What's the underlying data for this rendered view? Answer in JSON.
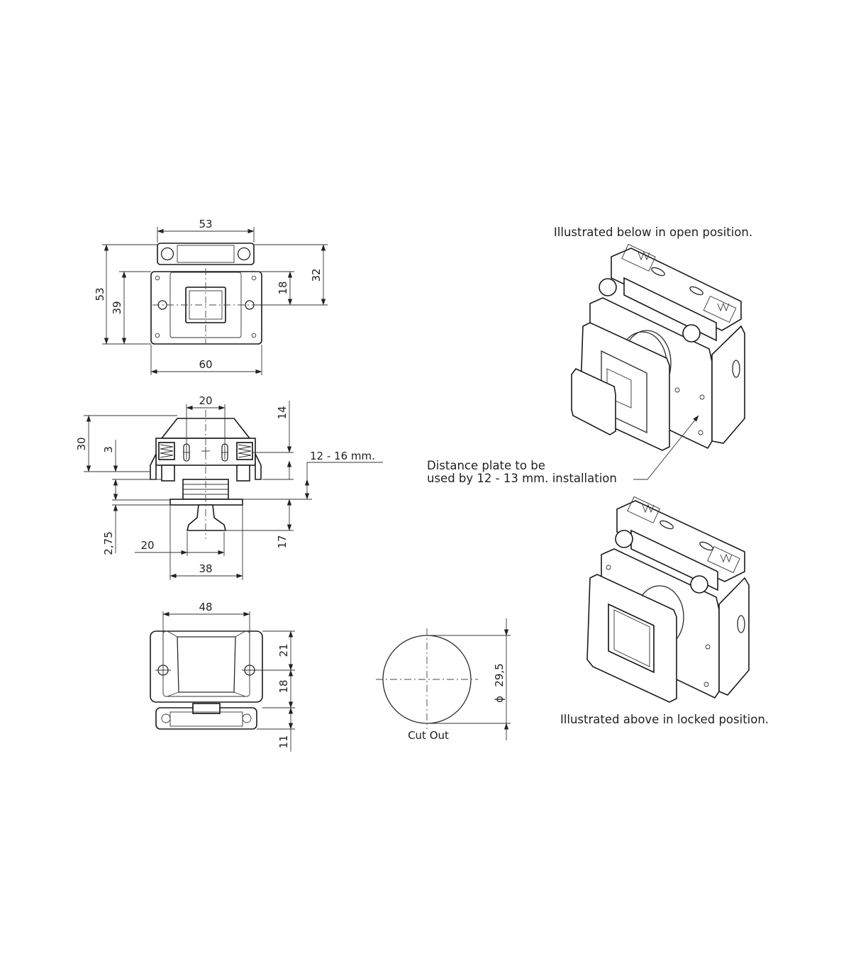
{
  "colors": {
    "line": "#1a1a1a",
    "background": "#ffffff",
    "text": "#222222"
  },
  "top_view": {
    "dim_top_width": "53",
    "dim_overall_height": "53",
    "dim_plate_height": "39",
    "dim_plate_width": "60",
    "dim_right_18": "18",
    "dim_right_32": "32"
  },
  "side_view": {
    "dim_20_top": "20",
    "dim_30": "30",
    "dim_3": "3",
    "dim_14": "14",
    "dim_range": "12 - 16 mm.",
    "dim_2_75": "2,75",
    "dim_20_bottom": "20",
    "dim_17": "17",
    "dim_38": "38"
  },
  "front_view": {
    "dim_48": "48",
    "dim_21": "21",
    "dim_18": "18",
    "dim_11": "11"
  },
  "cutout": {
    "diameter": "29,5",
    "diameter_symbol": "ϕ",
    "label": "Cut Out"
  },
  "notes": {
    "open_position": "Illustrated below in open position.",
    "distance_plate_line1": "Distance plate to be",
    "distance_plate_line2": "used by 12 - 13 mm. installation",
    "locked_position": "Illustrated above in locked position."
  }
}
